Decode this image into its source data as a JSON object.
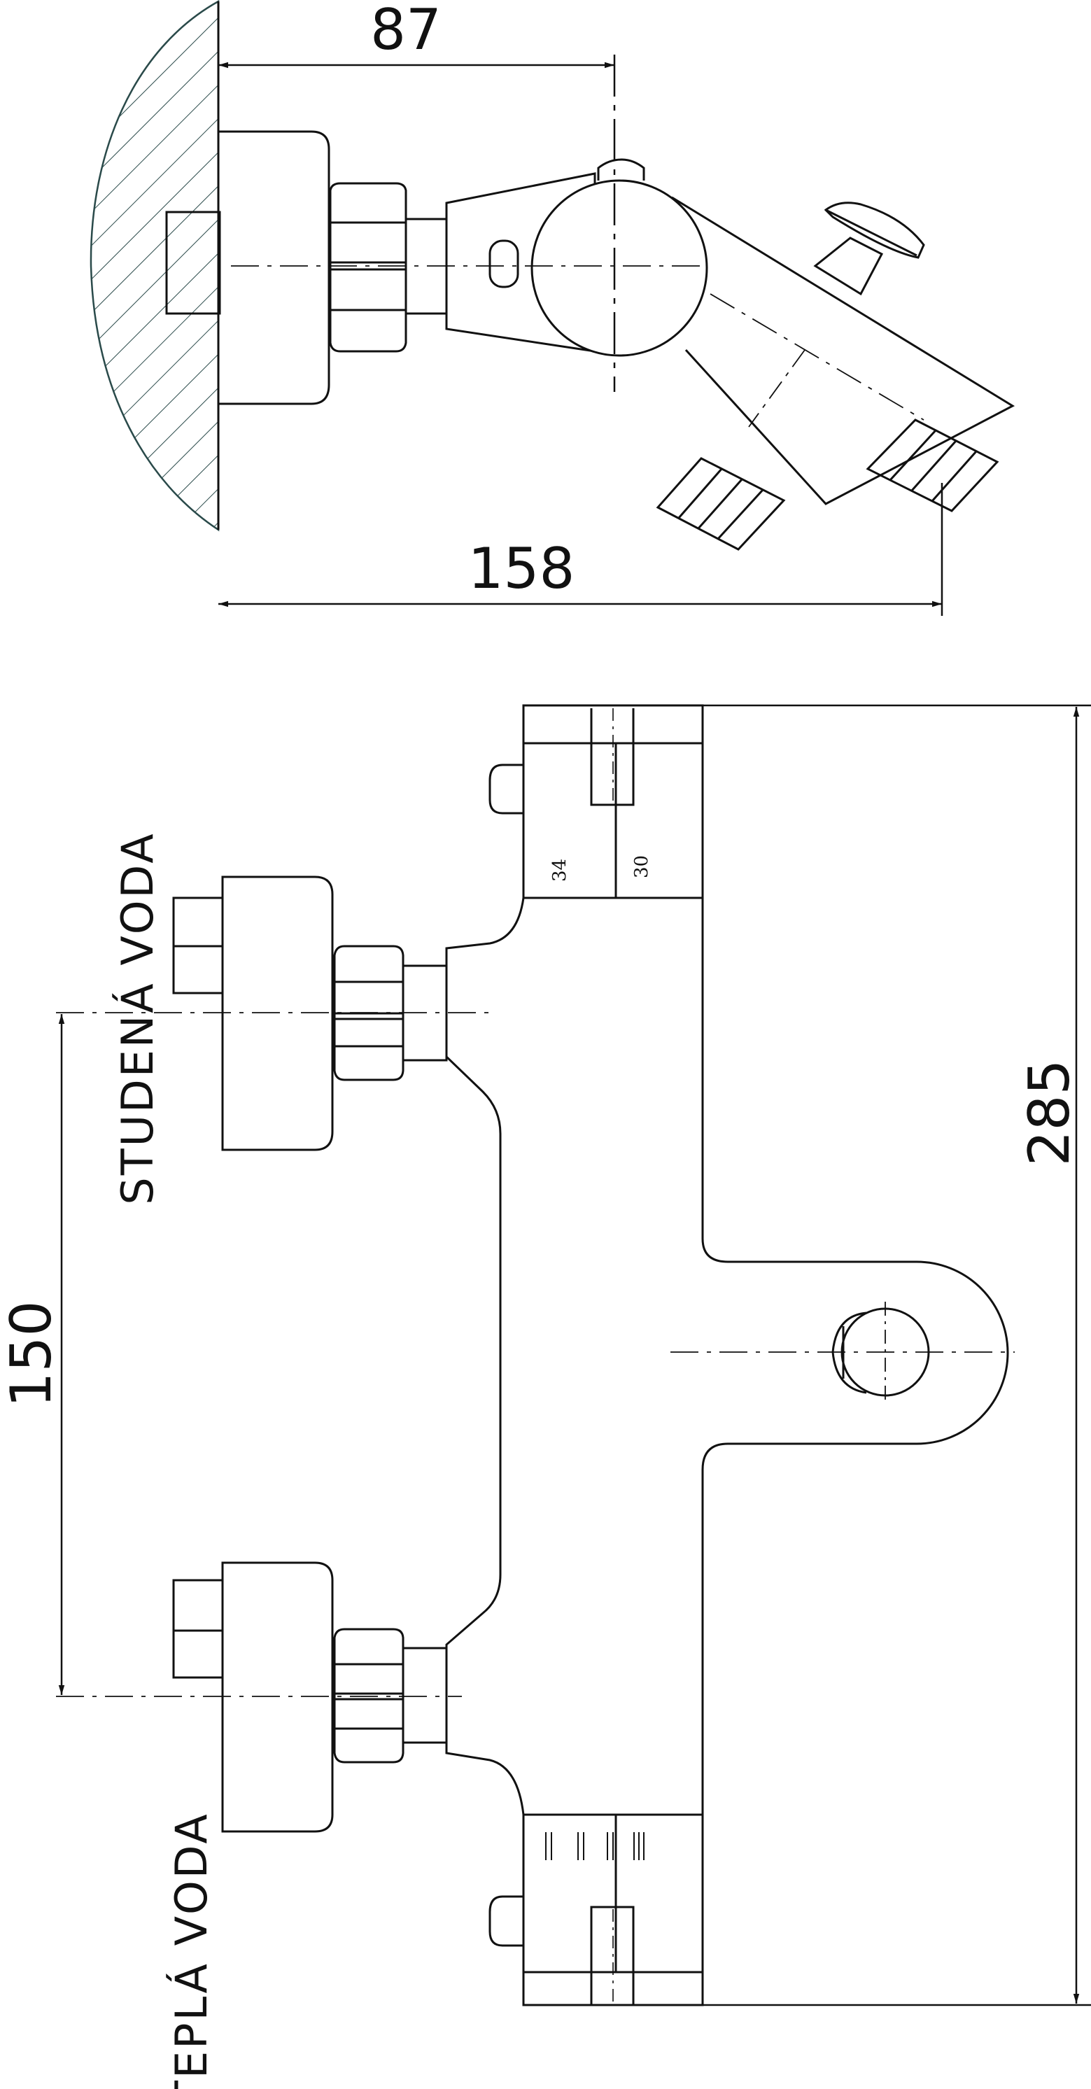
{
  "dimensions": {
    "depth_wall_to_axis": "87",
    "total_depth": "158",
    "total_width": "285",
    "inlet_spacing": "150",
    "small_dim_a": "34",
    "small_dim_b": "30"
  },
  "labels": {
    "cold_water": "STUDENÁ VODA",
    "hot_water": "TEPLÁ VODA"
  },
  "colors": {
    "line": "#111111",
    "hatch": "#2a4a4a",
    "background": "#ffffff"
  }
}
